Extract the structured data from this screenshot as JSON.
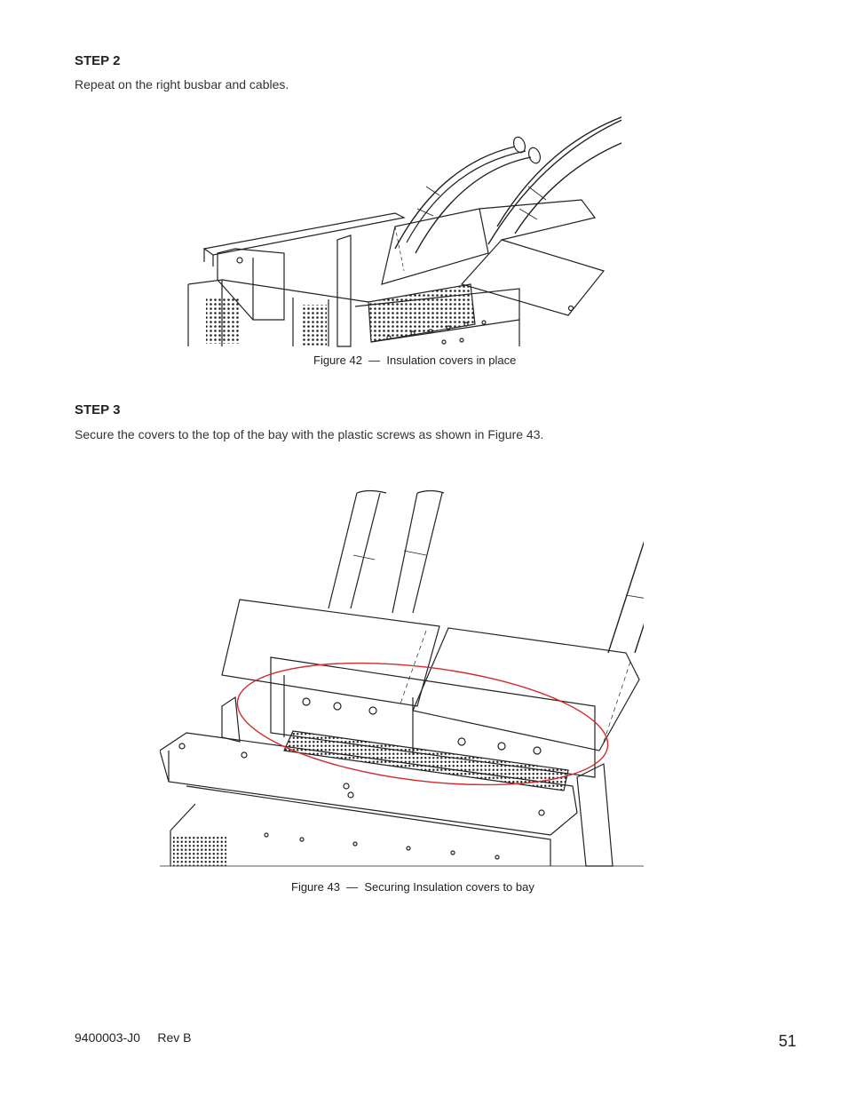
{
  "step2": {
    "heading": "STEP 2",
    "text": "Repeat on the right busbar and cables."
  },
  "figure42": {
    "caption": "Figure 42  —  Insulation covers in place"
  },
  "step3": {
    "heading": "STEP 3",
    "text": "Secure the covers to the top of the bay with the plastic screws as shown in Figure 43."
  },
  "figure43": {
    "caption": "Figure 43  —  Securing Insulation covers to bay",
    "highlight_color": "#d42a2a"
  },
  "footer": {
    "doc_id": "9400003-J0     Rev B",
    "page_number": "51"
  }
}
